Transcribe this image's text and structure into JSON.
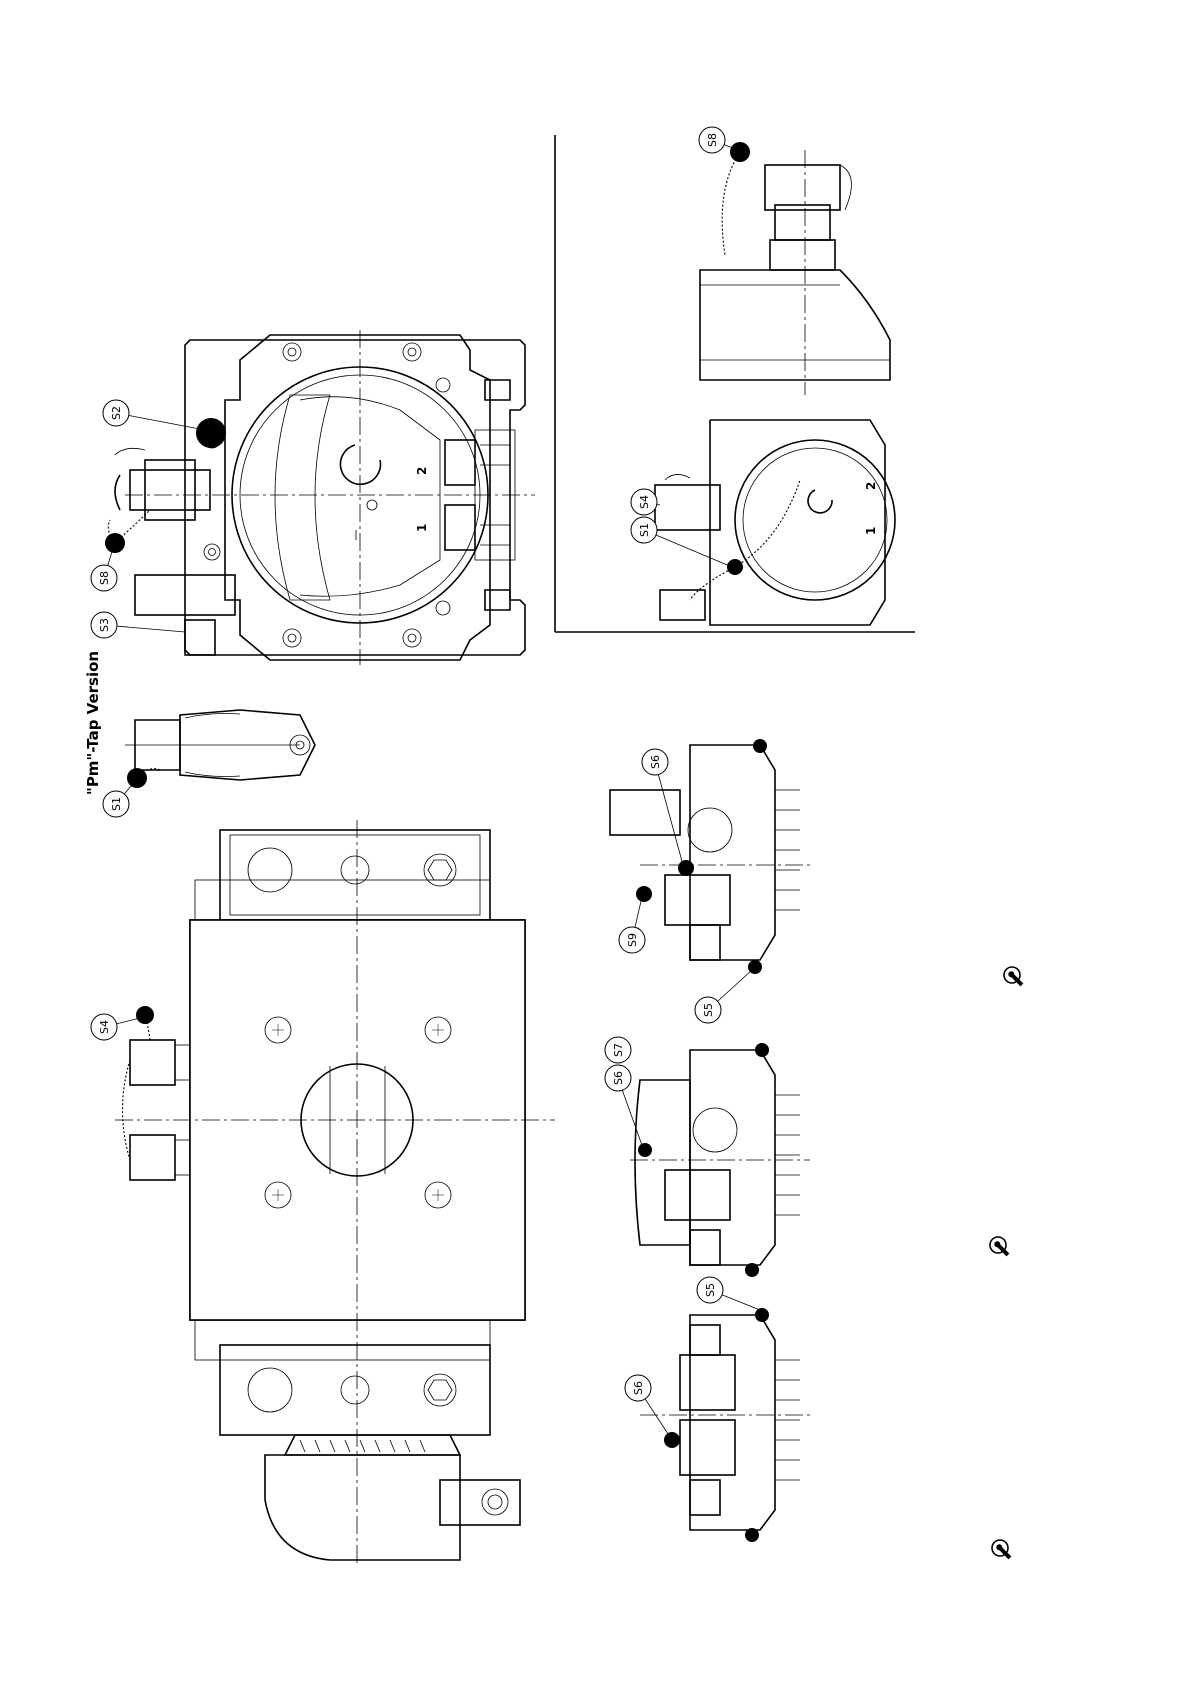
{
  "version_title": "\"Pm\"-Tap Version",
  "callouts": {
    "s1": "S1",
    "s2": "S2",
    "s3": "S3",
    "s4": "S4",
    "s5": "S5",
    "s6": "S6",
    "s7": "S7",
    "s8": "S8",
    "s9": "S9"
  },
  "position_marks": {
    "one": "1",
    "two": "2"
  },
  "icons": [
    "wrench-icon",
    "wrench-icon",
    "wrench-icon"
  ],
  "colors": {
    "ink": "#000000",
    "paper": "#ffffff"
  }
}
